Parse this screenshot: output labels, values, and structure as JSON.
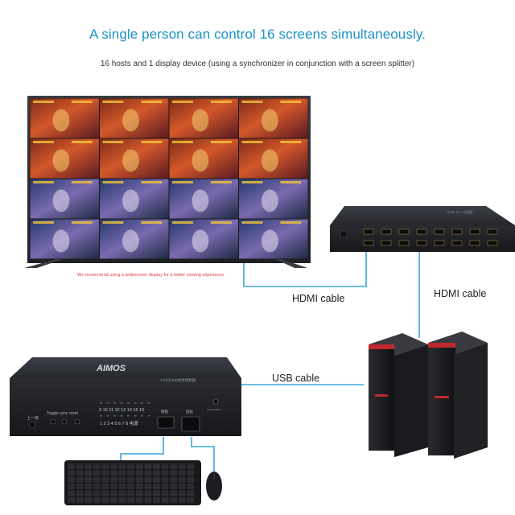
{
  "headline": "A single person can control 16 screens simultaneously.",
  "subline": "16 hosts and 1 display device (using a synchronizer in conjunction with a screen splitter)",
  "display_note": "We recommend using a widescreen display for a better viewing experience",
  "labels": {
    "hdmi_cable_left": "HDMI cable",
    "hdmi_cable_right": "HDMI cable",
    "usb_cable": "USB cable"
  },
  "sync_box": {
    "brand": "AIMOS",
    "model_text": "十六口USB同步控制器",
    "prev_label": "上一级",
    "buttons_label": "Toggle sync reset",
    "top_numbers": "9 10 11 12 13 14 15 16",
    "bottom_numbers": "1 2 3 4 5 6 7 8 电源",
    "port_label_1": "键盘",
    "port_label_2": "鼠标",
    "power_label": "Low power"
  },
  "splitter": {
    "model_text": "HDMI 16 1 分屏器"
  },
  "colors": {
    "accent": "#1b93c7",
    "cable": "#3aa7d9",
    "device_dark": "#2b2d33",
    "pc_red": "#c0282d"
  }
}
